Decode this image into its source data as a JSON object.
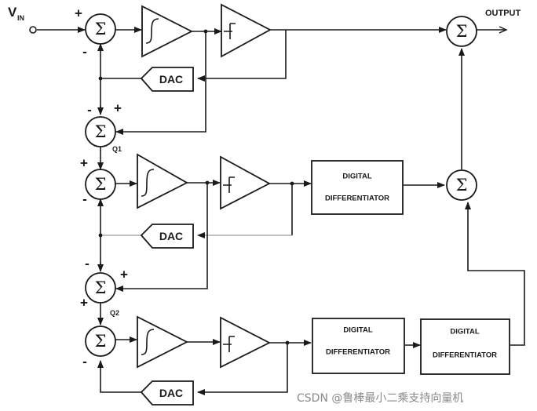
{
  "input_label": "V",
  "input_subscript": "IN",
  "output_label": "OUTPUT",
  "dac_label": "DAC",
  "digital_line1": "DIGITAL",
  "digital_line2": "DIFFERENTIATOR",
  "sigma": "Σ",
  "plus": "+",
  "minus": "-",
  "q1_label": "Q1",
  "q2_label": "Q2",
  "watermark": "CSDN @鲁棒最小二乘支持向量机"
}
